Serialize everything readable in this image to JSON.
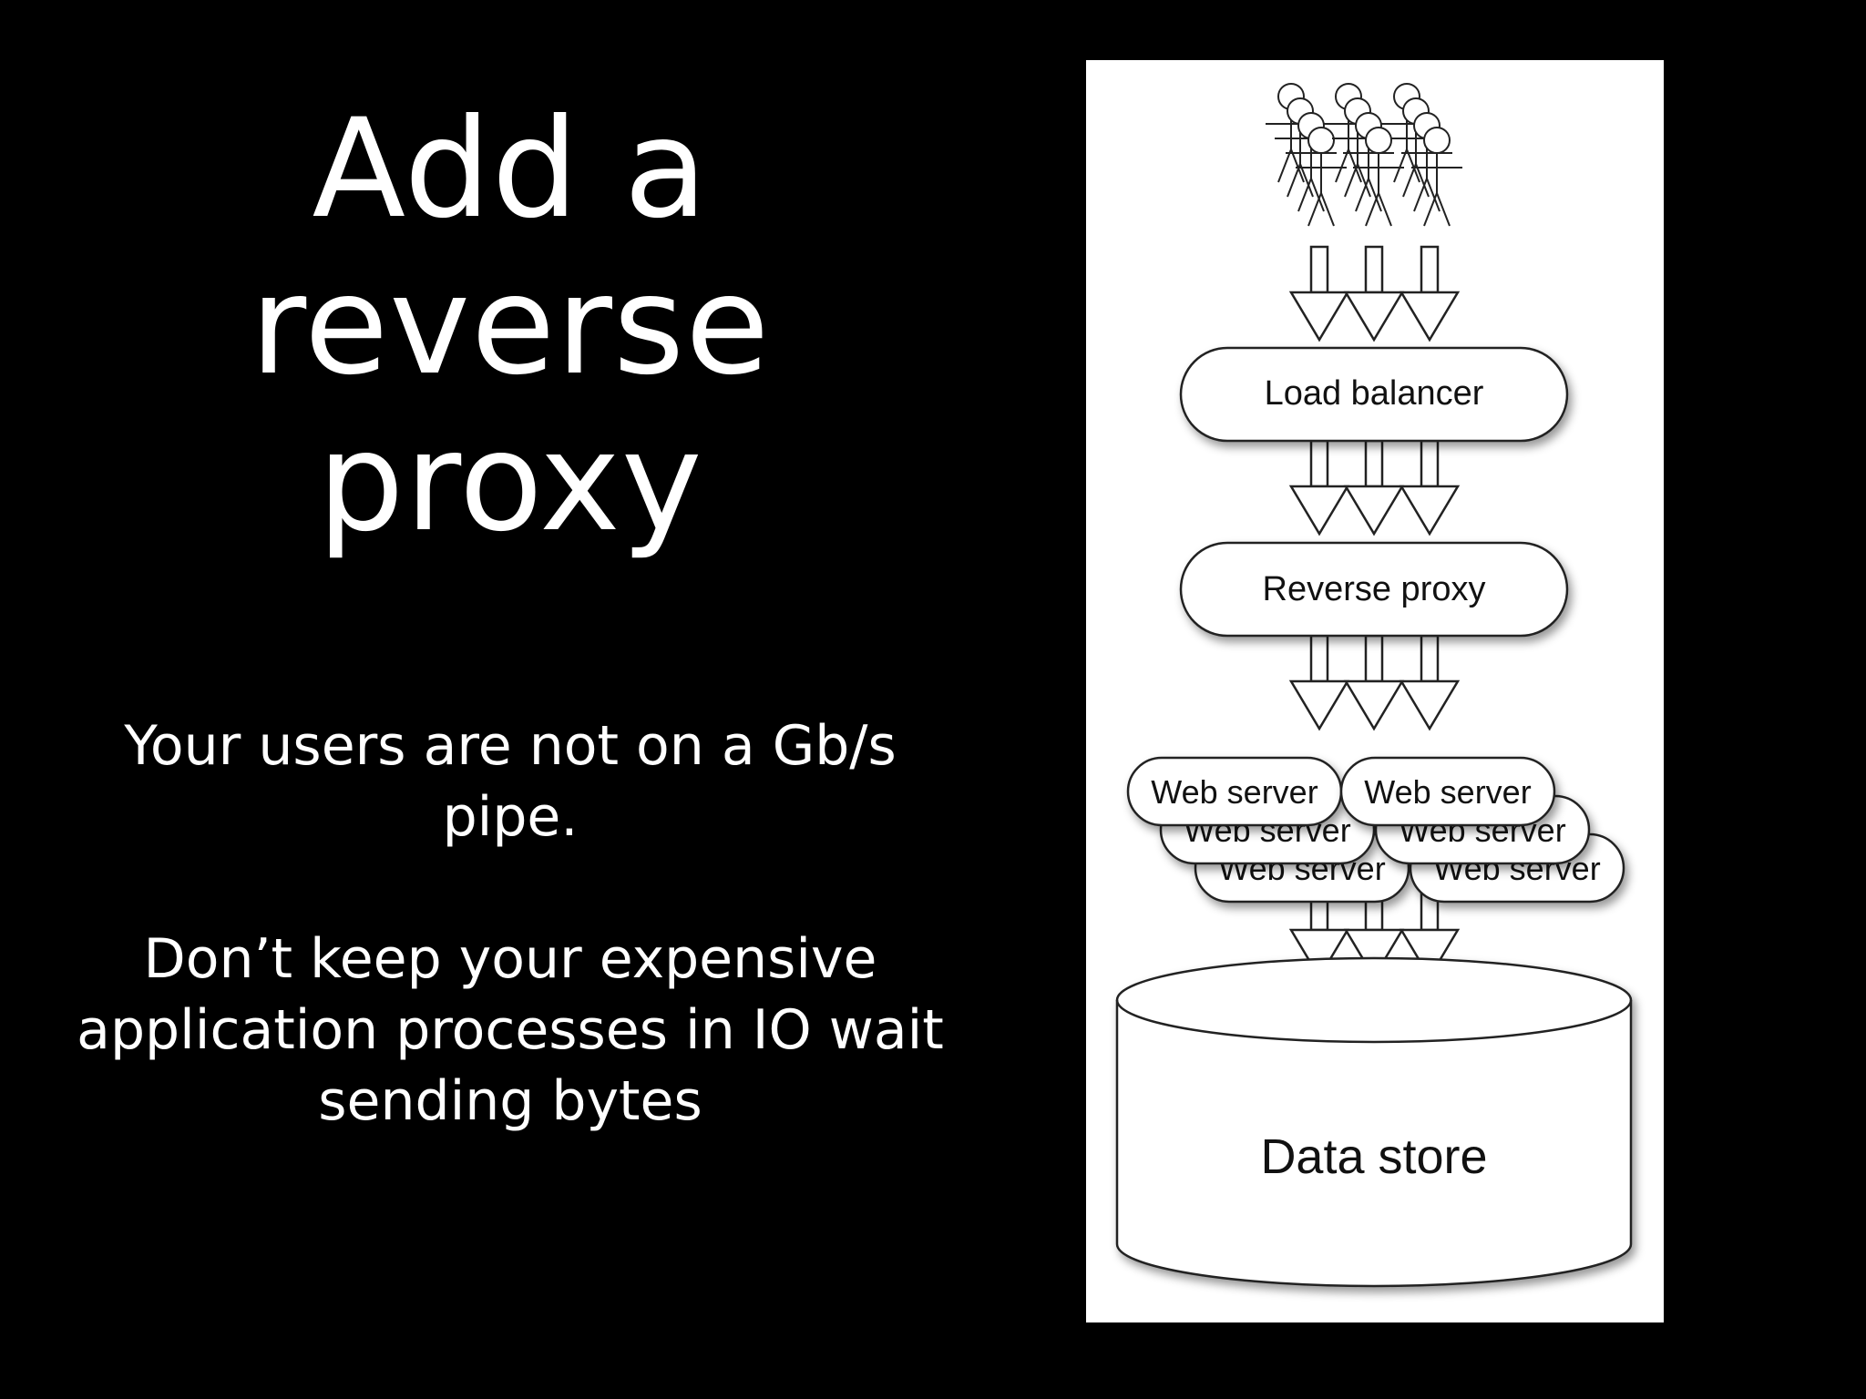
{
  "slide": {
    "title_lines": [
      "Add a reverse",
      "proxy"
    ],
    "paragraphs": [
      [
        "Your users are not on a Gb/s",
        "pipe."
      ],
      [
        "Don’t keep your expensive",
        "application processes in IO wait",
        "sending bytes"
      ]
    ]
  },
  "diagram": {
    "users_icon": "stick-figure-crowd-icon",
    "load_balancer_label": "Load balancer",
    "reverse_proxy_label": "Reverse proxy",
    "web_server_labels": [
      "Web server",
      "Web server",
      "Web server",
      "Web server",
      "Web server",
      "Web server"
    ],
    "data_store_label": "Data store",
    "colors": {
      "background": "#000000",
      "text": "#ffffff",
      "panel": "#ffffff",
      "stroke": "#111111"
    }
  }
}
